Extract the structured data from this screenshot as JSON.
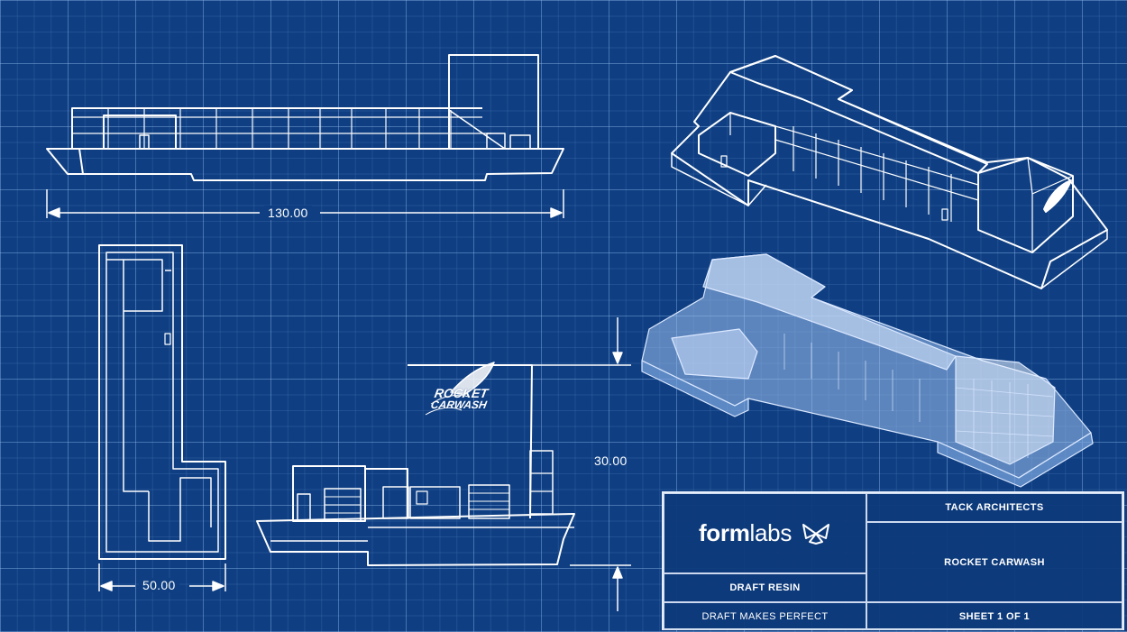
{
  "dimensions": {
    "length": "130.00",
    "width": "50.00",
    "height": "30.00"
  },
  "title_block": {
    "logo_bold": "form",
    "logo_light": "labs",
    "client": "TACK ARCHITECTS",
    "project": "ROCKET CARWASH",
    "material": "DRAFT RESIN",
    "motto": "DRAFT MAKES PERFECT",
    "sheet": "SHEET 1 OF 1"
  },
  "signage": {
    "line1": "ROCKET",
    "line2": "CARWASH"
  },
  "colors": {
    "background": "#0f3f82",
    "lines": "#ffffff"
  }
}
